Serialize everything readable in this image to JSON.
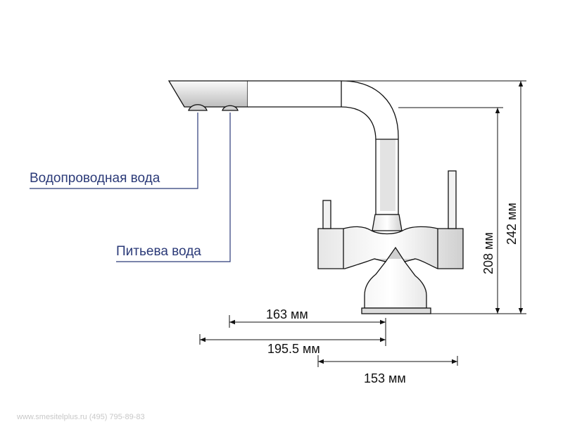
{
  "labels": {
    "tap_water": "Водопроводная вода",
    "drinking_water": "Питьева вода"
  },
  "dimensions": {
    "d163": "163 мм",
    "d195": "195.5 мм",
    "d153": "153 мм",
    "h208": "208 мм",
    "h242": "242 мм"
  },
  "watermark": "www.smesitelplus.ru (495) 795-89-83",
  "colors": {
    "outline": "#111111",
    "leader": "#2b3a78",
    "label": "#2b3a78",
    "shade": "#d9d9d9"
  }
}
